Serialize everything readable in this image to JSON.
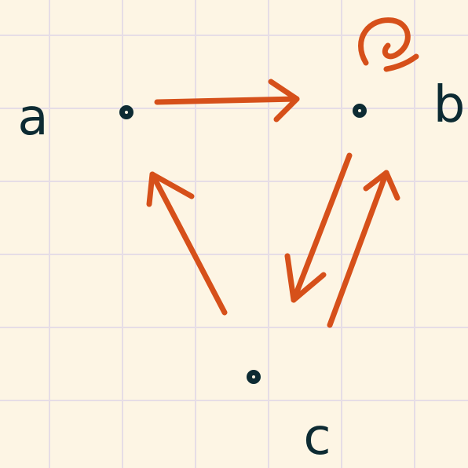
{
  "colors": {
    "paper": "#fdf5e4",
    "grid": "#e6dde6",
    "node_ink": "#0d2b33",
    "arrow_ink": "#d6501a"
  },
  "nodes": [
    {
      "id": "a",
      "label": "a"
    },
    {
      "id": "b",
      "label": "b"
    },
    {
      "id": "c",
      "label": "c"
    }
  ],
  "edges": [
    {
      "from": "a",
      "to": "b"
    },
    {
      "from": "b",
      "to": "b"
    },
    {
      "from": "b",
      "to": "c"
    },
    {
      "from": "c",
      "to": "b"
    },
    {
      "from": "c",
      "to": "a"
    }
  ]
}
